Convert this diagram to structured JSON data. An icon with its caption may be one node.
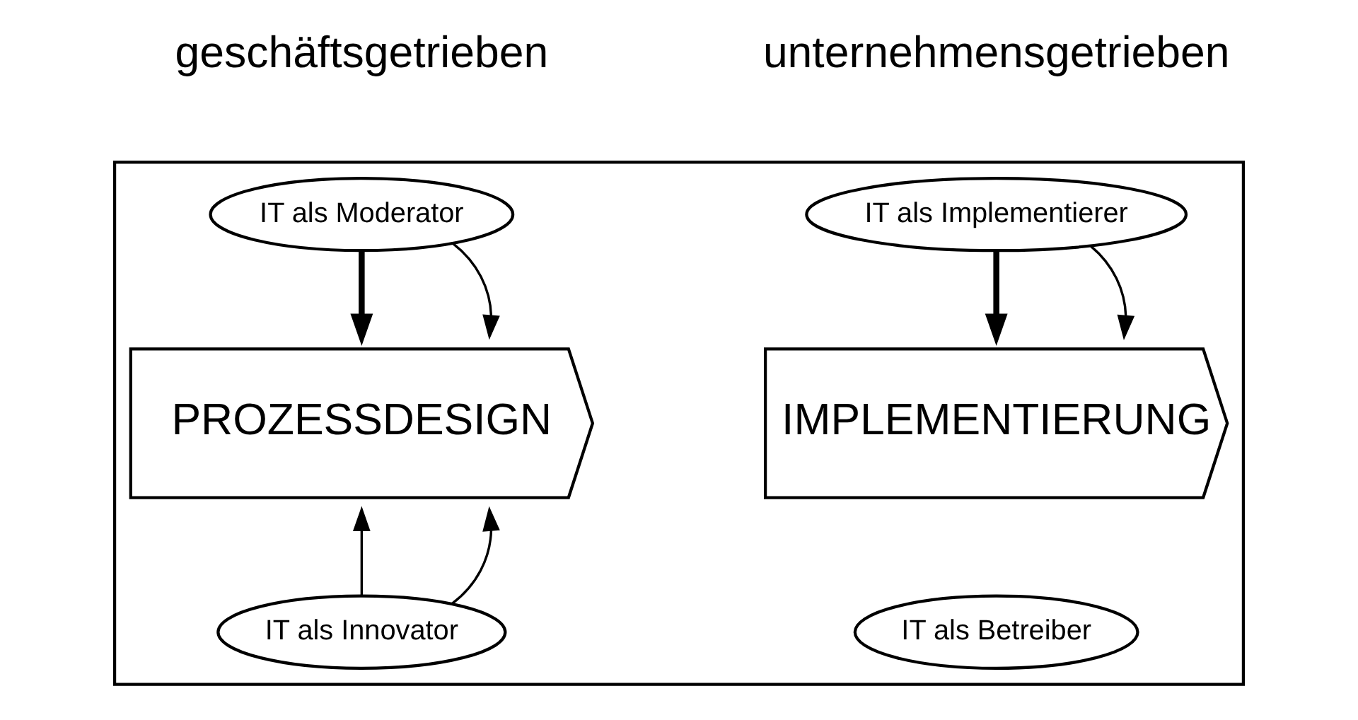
{
  "diagram": {
    "nodes": [
      {
        "text": [],
        "shape": "box"
      },
      {
        "text": [
          "IT als Moderator"
        ],
        "in": 0
      },
      {
        "text": [
          "IT als Implementierer"
        ],
        "in": 0
      },
      {
        "text": [
          "PROZESSDESIGN"
        ],
        "in": 0
      },
      {
        "text": [
          "IMPLEMENTIERUNG"
        ],
        "in": 0
      },
      {
        "text": [
          "IT als Innovator"
        ],
        "in": 0
      },
      {
        "text": [
          "IT als Betreiber"
        ],
        "in": 0
      }
    ],
    "edges": [
      {
        "from": 1,
        "to": 3,
        "arrow": "to",
        "style": "thick"
      },
      {
        "from": 1,
        "to": 3,
        "arrow": "to"
      },
      {
        "from": 5,
        "to": 3,
        "arrow": "to"
      },
      {
        "from": 5,
        "to": 3,
        "arrow": "to"
      },
      {
        "from": 2,
        "to": 4,
        "arrow": "to",
        "style": "thick"
      },
      {
        "from": 2,
        "to": 4,
        "arrow": "to"
      }
    ],
    "labels": [
      "geschäftsgetrieben",
      "unternehmensgetrieben"
    ]
  }
}
